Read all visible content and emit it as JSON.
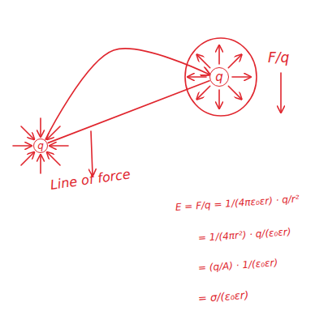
{
  "diagram": {
    "nodes": [
      {
        "text": [
          "q"
        ]
      },
      {
        "text": [
          "q"
        ]
      }
    ],
    "edges": [
      {
        "from": 0,
        "to": 1,
        "arrow": "none"
      },
      {
        "from": 0,
        "to": 1,
        "arrow": "to"
      }
    ],
    "labels": [
      "Line of force",
      "F/q",
      "E = F/q = 1/(4πε₀εr) · q/r²",
      "= 1/(4πr²) · q/(ε₀εr)",
      "= (q/A) · 1/(ε₀εr)",
      "= σ/(ε₀εr)"
    ]
  }
}
